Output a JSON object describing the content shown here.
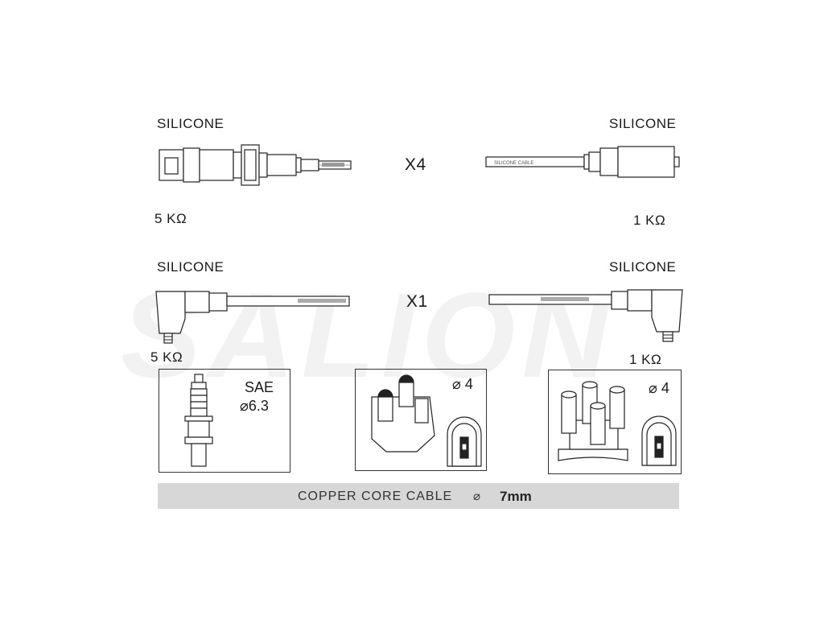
{
  "watermark": "SALION",
  "row1": {
    "left_material": "SILICONE",
    "right_material": "SILICONE",
    "quantity": "X4",
    "left_resistance": "5 KΩ",
    "right_resistance": "1 KΩ"
  },
  "row2": {
    "left_material": "SILICONE",
    "right_material": "SILICONE",
    "quantity": "X1",
    "left_resistance": "5 KΩ",
    "right_resistance": "1 KΩ"
  },
  "cable_print": {
    "top_right": "SILICONE CABLE"
  },
  "spark_plug": {
    "standard": "SAE",
    "diameter": "⌀6.3"
  },
  "distributor_left": {
    "diameter": "⌀ 4"
  },
  "distributor_right": {
    "diameter": "⌀ 4"
  },
  "footer": {
    "cable_type": "COPPER CORE CABLE",
    "diameter_symbol": "⌀",
    "diameter": "7mm"
  }
}
